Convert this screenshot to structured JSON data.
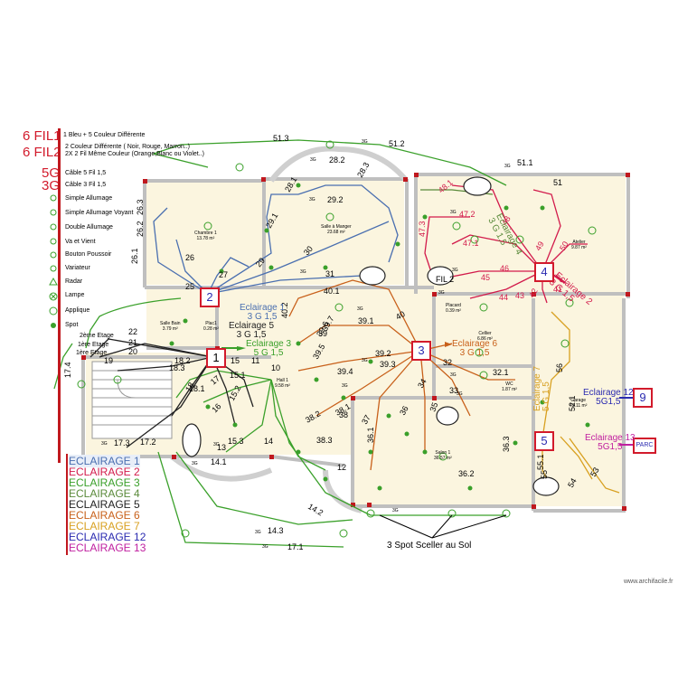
{
  "legend": {
    "fil6_1": {
      "code": "6 FIL1",
      "text": "1 Bleu + 5 Couleur Différente"
    },
    "fil6_2": {
      "code": "6 FIL2",
      "text1": "2 Couleur Différente ( Noir, Rouge, Marron..)",
      "text2": "2X 2 Fil Même Couleur (Orange,Blanc ou Violet..)"
    },
    "g5": {
      "code": "5G",
      "text": "Câble 5 Fil 1,5"
    },
    "g3": {
      "code": "3G",
      "text": "Câble 3 Fil 1,5"
    },
    "symbols": [
      "Simple Allumage",
      "Simple Allumage Voyant",
      "Double Allumage",
      "Va et Vient",
      "Bouton Poussoir",
      "Variateur",
      "Radar",
      "Lampe",
      "Applique",
      "Spot"
    ]
  },
  "categories": [
    {
      "label": "ECLAIRAGE 1",
      "color": "#4a6fb0"
    },
    {
      "label": "ECLAIRAGE 2",
      "color": "#d21a4b"
    },
    {
      "label": "ECLAIRAGE 3",
      "color": "#3aa02a"
    },
    {
      "label": "ECLAIRAGE 4",
      "color": "#5a8a3a"
    },
    {
      "label": "ECLAIRAGE 5",
      "color": "#222222"
    },
    {
      "label": "ECLAIRAGE 6",
      "color": "#c8601a"
    },
    {
      "label": "ECLAIRAGE 7",
      "color": "#d8a020"
    },
    {
      "label": "ECLAIRAGE 12",
      "color": "#2a2ab0"
    },
    {
      "label": "ECLAIRAGE 13",
      "color": "#c020a0"
    }
  ],
  "boxes": [
    {
      "num": "1",
      "color": "#d21a2b",
      "text_color": "#000000"
    },
    {
      "num": "2",
      "color": "#d21a2b",
      "text_color": "#2a2ab0"
    },
    {
      "num": "3",
      "color": "#d21a2b",
      "text_color": "#2a2ab0"
    },
    {
      "num": "4",
      "color": "#d21a2b",
      "text_color": "#2a2ab0"
    },
    {
      "num": "5",
      "color": "#d21a2b",
      "text_color": "#2a2ab0"
    },
    {
      "num": "9",
      "color": "#d21a2b",
      "text_color": "#2a2ab0"
    },
    {
      "num": "PARC",
      "color": "#d21a2b",
      "text_color": "#2a2ab0"
    }
  ],
  "circuit_labels": [
    {
      "l1": "Eclairage 1",
      "l2": "3 G 1,5",
      "color": "#4a6fb0"
    },
    {
      "l1": "Eclairage 5",
      "l2": "3 G 1,5",
      "color": "#222222"
    },
    {
      "l1": "Eclairage 3",
      "l2": "5 G 1,5",
      "color": "#3aa02a"
    },
    {
      "l1": "Eclairage 6",
      "l2": "3 G 1,5",
      "color": "#c8601a"
    },
    {
      "l1": "Eclairage 4",
      "l2": "3 G 1,5",
      "color": "#5a8a3a"
    },
    {
      "l1": "Eclairage 2",
      "l2": "3 G 1,5",
      "color": "#d21a4b"
    },
    {
      "l1": "Eclairage 7",
      "l2": "5 G 1,5",
      "color": "#d8a020"
    },
    {
      "l1": "Eclairage 12",
      "l2": "5G1,5",
      "color": "#2a2ab0"
    },
    {
      "l1": "Eclairage 13",
      "l2": "5G1,5",
      "color": "#c020a0"
    }
  ],
  "cable_numbers": [
    "51.3",
    "51.2",
    "51.1",
    "51",
    "48.1",
    "47.2",
    "47.3",
    "47.1",
    "46",
    "45",
    "44",
    "43",
    "42",
    "41",
    "48",
    "49",
    "50",
    "28.2",
    "28.3",
    "28.1",
    "29.2",
    "29.1",
    "27",
    "26",
    "26.1",
    "26.2",
    "26.3",
    "29",
    "30",
    "31",
    "25",
    "40.1",
    "40.2",
    "40",
    "39.1",
    "39",
    "39.2",
    "39.3",
    "39.4",
    "39.5",
    "39.6",
    "39.7",
    "38",
    "38.1",
    "38.2",
    "38.3",
    "37",
    "36",
    "36.1",
    "36.2",
    "36.3",
    "35",
    "34",
    "33",
    "32",
    "32.1",
    "22",
    "21",
    "20",
    "19",
    "18",
    "18.3",
    "18.2",
    "18.1",
    "17",
    "17.1",
    "17.2",
    "17.3",
    "17.4",
    "16",
    "15",
    "15.1",
    "15.2",
    "15.3",
    "14",
    "14.1",
    "14.2",
    "14.3",
    "13",
    "12",
    "11",
    "10",
    "55",
    "56",
    "52.1",
    "53",
    "54",
    "55.1",
    "FIL 2"
  ],
  "room_labels": [
    {
      "name": "Chambre 1",
      "area": "13.78 m²"
    },
    {
      "name": "Salle à Manger",
      "area": "23.68 m²"
    },
    {
      "name": "Atelier",
      "area": "9.87 m²"
    },
    {
      "name": "Cellier",
      "area": "6.86 m²"
    },
    {
      "name": "Placard",
      "area": "0.39 m²"
    },
    {
      "name": "Salle Bain",
      "area": "3.79 m²"
    },
    {
      "name": "Plac1",
      "area": "0.28 m²"
    },
    {
      "name": "Salon 1",
      "area": "36.57 m²"
    },
    {
      "name": "Hall 1",
      "area": "9.58 m²"
    },
    {
      "name": "WC",
      "area": "1.87 m²"
    },
    {
      "name": "Garage",
      "area": "43.11 m²"
    }
  ],
  "stairs": [
    "2ème Etage",
    "1ère Etage",
    "1ère Etage"
  ],
  "note_spots": "3 Spot Sceller au Sol",
  "cable_type": "3G",
  "watermark": "www.archifacile.fr"
}
